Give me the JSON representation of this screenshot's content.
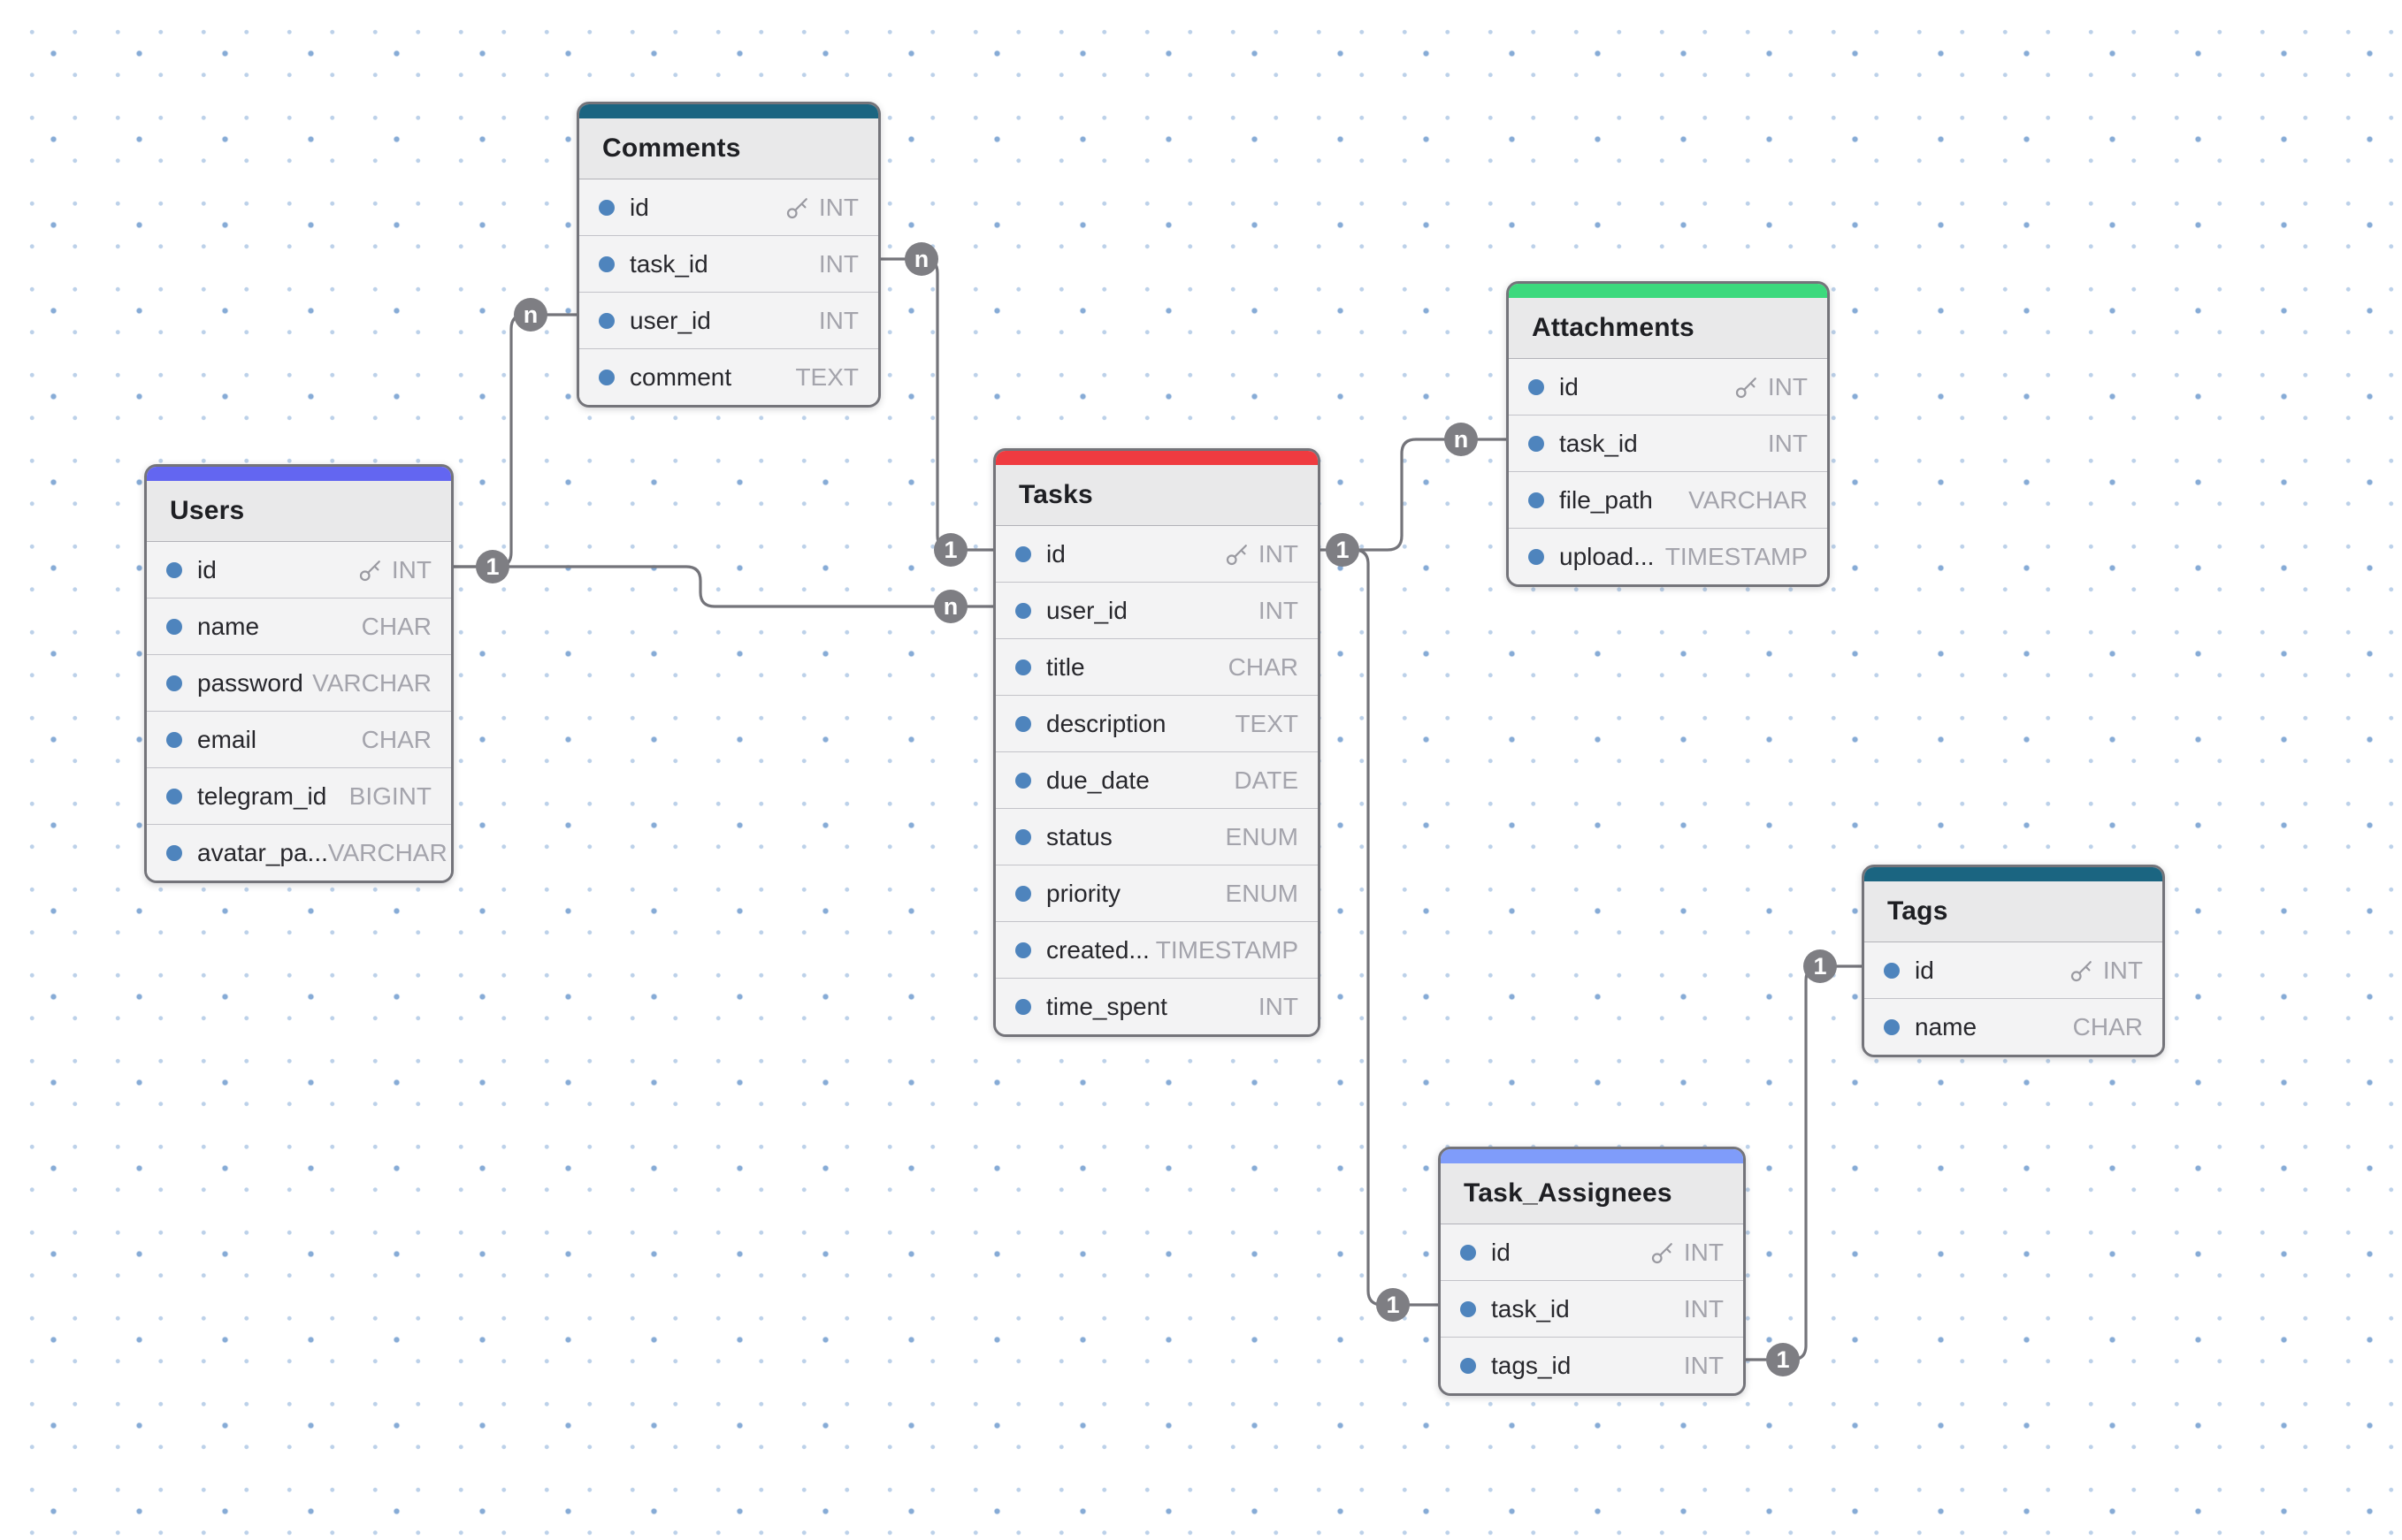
{
  "canvas": {
    "kind": "entity-relationship-diagram",
    "background": "#ffffff",
    "dot_color": "#86abd6",
    "wire_color": "#74747a",
    "badge_color": "#7e7e83"
  },
  "tables": [
    {
      "name": "Comments",
      "color": "#1b6581",
      "fields": [
        {
          "name": "id",
          "type": "INT",
          "pk": true
        },
        {
          "name": "task_id",
          "type": "INT"
        },
        {
          "name": "user_id",
          "type": "INT"
        },
        {
          "name": "comment",
          "type": "TEXT"
        }
      ]
    },
    {
      "name": "Users",
      "color": "#6366f1",
      "fields": [
        {
          "name": "id",
          "type": "INT",
          "pk": true
        },
        {
          "name": "name",
          "type": "CHAR"
        },
        {
          "name": "password",
          "type": "VARCHAR"
        },
        {
          "name": "email",
          "type": "CHAR"
        },
        {
          "name": "telegram_id",
          "type": "BIGINT"
        },
        {
          "name": "avatar_pa...",
          "type": "VARCHAR"
        }
      ]
    },
    {
      "name": "Tasks",
      "color": "#ef3b40",
      "fields": [
        {
          "name": "id",
          "type": "INT",
          "pk": true
        },
        {
          "name": "user_id",
          "type": "INT"
        },
        {
          "name": "title",
          "type": "CHAR"
        },
        {
          "name": "description",
          "type": "TEXT"
        },
        {
          "name": "due_date",
          "type": "DATE"
        },
        {
          "name": "status",
          "type": "ENUM"
        },
        {
          "name": "priority",
          "type": "ENUM"
        },
        {
          "name": "created...",
          "type": "TIMESTAMP"
        },
        {
          "name": "time_spent",
          "type": "INT"
        }
      ]
    },
    {
      "name": "Attachments",
      "color": "#3cd97d",
      "fields": [
        {
          "name": "id",
          "type": "INT",
          "pk": true
        },
        {
          "name": "task_id",
          "type": "INT"
        },
        {
          "name": "file_path",
          "type": "VARCHAR"
        },
        {
          "name": "upload...",
          "type": "TIMESTAMP"
        }
      ]
    },
    {
      "name": "Tags",
      "color": "#1b6581",
      "fields": [
        {
          "name": "id",
          "type": "INT",
          "pk": true
        },
        {
          "name": "name",
          "type": "CHAR"
        }
      ]
    },
    {
      "name": "Task_Assignees",
      "color": "#7f9cfa",
      "fields": [
        {
          "name": "id",
          "type": "INT",
          "pk": true
        },
        {
          "name": "task_id",
          "type": "INT"
        },
        {
          "name": "tags_id",
          "type": "INT"
        }
      ]
    }
  ],
  "relationships": [
    {
      "from": "Users.id",
      "to": "Comments.user_id",
      "from_cardinality": "1",
      "to_cardinality": "n"
    },
    {
      "from": "Users.id",
      "to": "Tasks.user_id",
      "from_cardinality": "1",
      "to_cardinality": "n"
    },
    {
      "from": "Tasks.id",
      "to": "Comments.task_id",
      "from_cardinality": "1",
      "to_cardinality": "n"
    },
    {
      "from": "Tasks.id",
      "to": "Attachments.task_id",
      "from_cardinality": "1",
      "to_cardinality": "n"
    },
    {
      "from": "Tasks.id",
      "to": "Task_Assignees.task_id",
      "from_cardinality": "1",
      "to_cardinality": "1"
    },
    {
      "from": "Tags.id",
      "to": "Task_Assignees.tags_id",
      "from_cardinality": "1",
      "to_cardinality": "1"
    }
  ]
}
